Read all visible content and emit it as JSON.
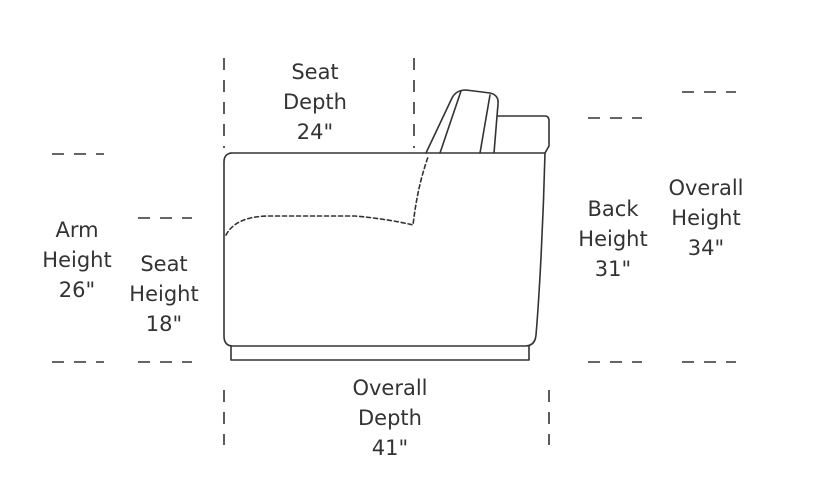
{
  "dimensions": {
    "seat_depth": {
      "label_line1": "Seat",
      "label_line2": "Depth",
      "value": "24\""
    },
    "arm_height": {
      "label_line1": "Arm",
      "label_line2": "Height",
      "value": "26\""
    },
    "seat_height": {
      "label_line1": "Seat",
      "label_line2": "Height",
      "value": "18\""
    },
    "back_height": {
      "label_line1": "Back",
      "label_line2": "Height",
      "value": "31\""
    },
    "overall_height": {
      "label_line1": "Overall",
      "label_line2": "Height",
      "value": "34\""
    },
    "overall_depth": {
      "label_line1": "Overall",
      "label_line2": "Depth",
      "value": "41\""
    }
  },
  "colors": {
    "line": "#333333",
    "text": "#333333",
    "background": "#ffffff"
  }
}
